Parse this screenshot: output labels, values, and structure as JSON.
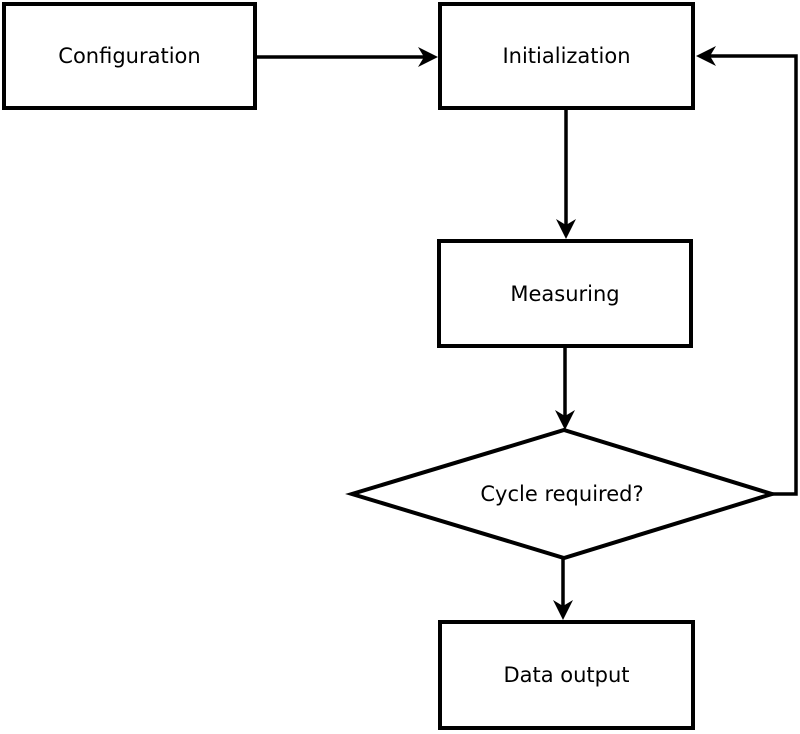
{
  "diagram": {
    "type": "flowchart",
    "background_color": "#ffffff",
    "stroke_color": "#000000",
    "fill_color": "#ffffff"
  },
  "nodes": {
    "configuration": {
      "label": "Configuration",
      "shape": "rectangle"
    },
    "initialization": {
      "label": "Initialization",
      "shape": "rectangle"
    },
    "measuring": {
      "label": "Measuring",
      "shape": "rectangle"
    },
    "decision": {
      "label": "Cycle required?",
      "shape": "diamond"
    },
    "data_output": {
      "label": "Data output",
      "shape": "rectangle"
    }
  },
  "edges": [
    {
      "from": "configuration",
      "to": "initialization",
      "direction": "right"
    },
    {
      "from": "initialization",
      "to": "measuring",
      "direction": "down"
    },
    {
      "from": "measuring",
      "to": "decision",
      "direction": "down"
    },
    {
      "from": "decision",
      "to": "data_output",
      "direction": "down"
    },
    {
      "from": "decision",
      "to": "initialization",
      "direction": "feedback-loop-right-up"
    }
  ]
}
